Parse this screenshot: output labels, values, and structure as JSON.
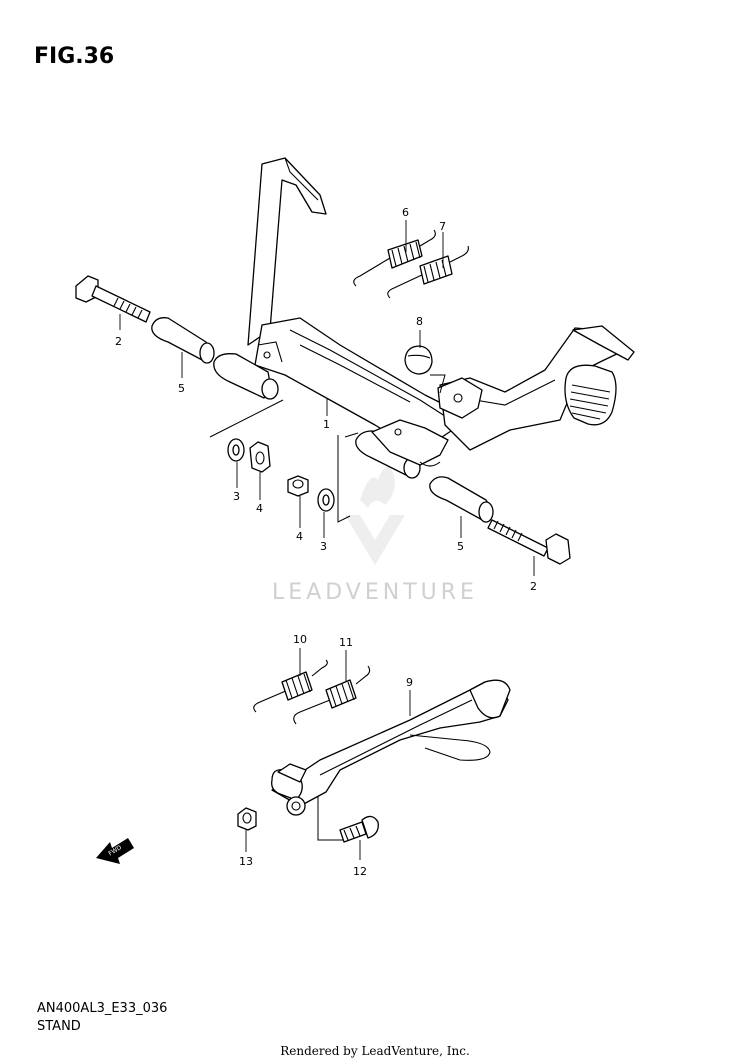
{
  "figure": {
    "title": "FIG.36"
  },
  "footer": {
    "model_code": "AN400AL3_E33_036",
    "caption": "STAND",
    "credit": "Rendered by LeadVenture, Inc."
  },
  "watermark": {
    "text": "LEADVENTURE"
  },
  "fwd_arrow": {
    "text": "FWD"
  },
  "callouts": {
    "c1": "1",
    "c2a": "2",
    "c2b": "2",
    "c3a": "3",
    "c3b": "3",
    "c4a": "4",
    "c4b": "4",
    "c5a": "5",
    "c5b": "5",
    "c6": "6",
    "c7": "7",
    "c8": "8",
    "c9": "9",
    "c10": "10",
    "c11": "11",
    "c12": "12",
    "c13": "13"
  }
}
